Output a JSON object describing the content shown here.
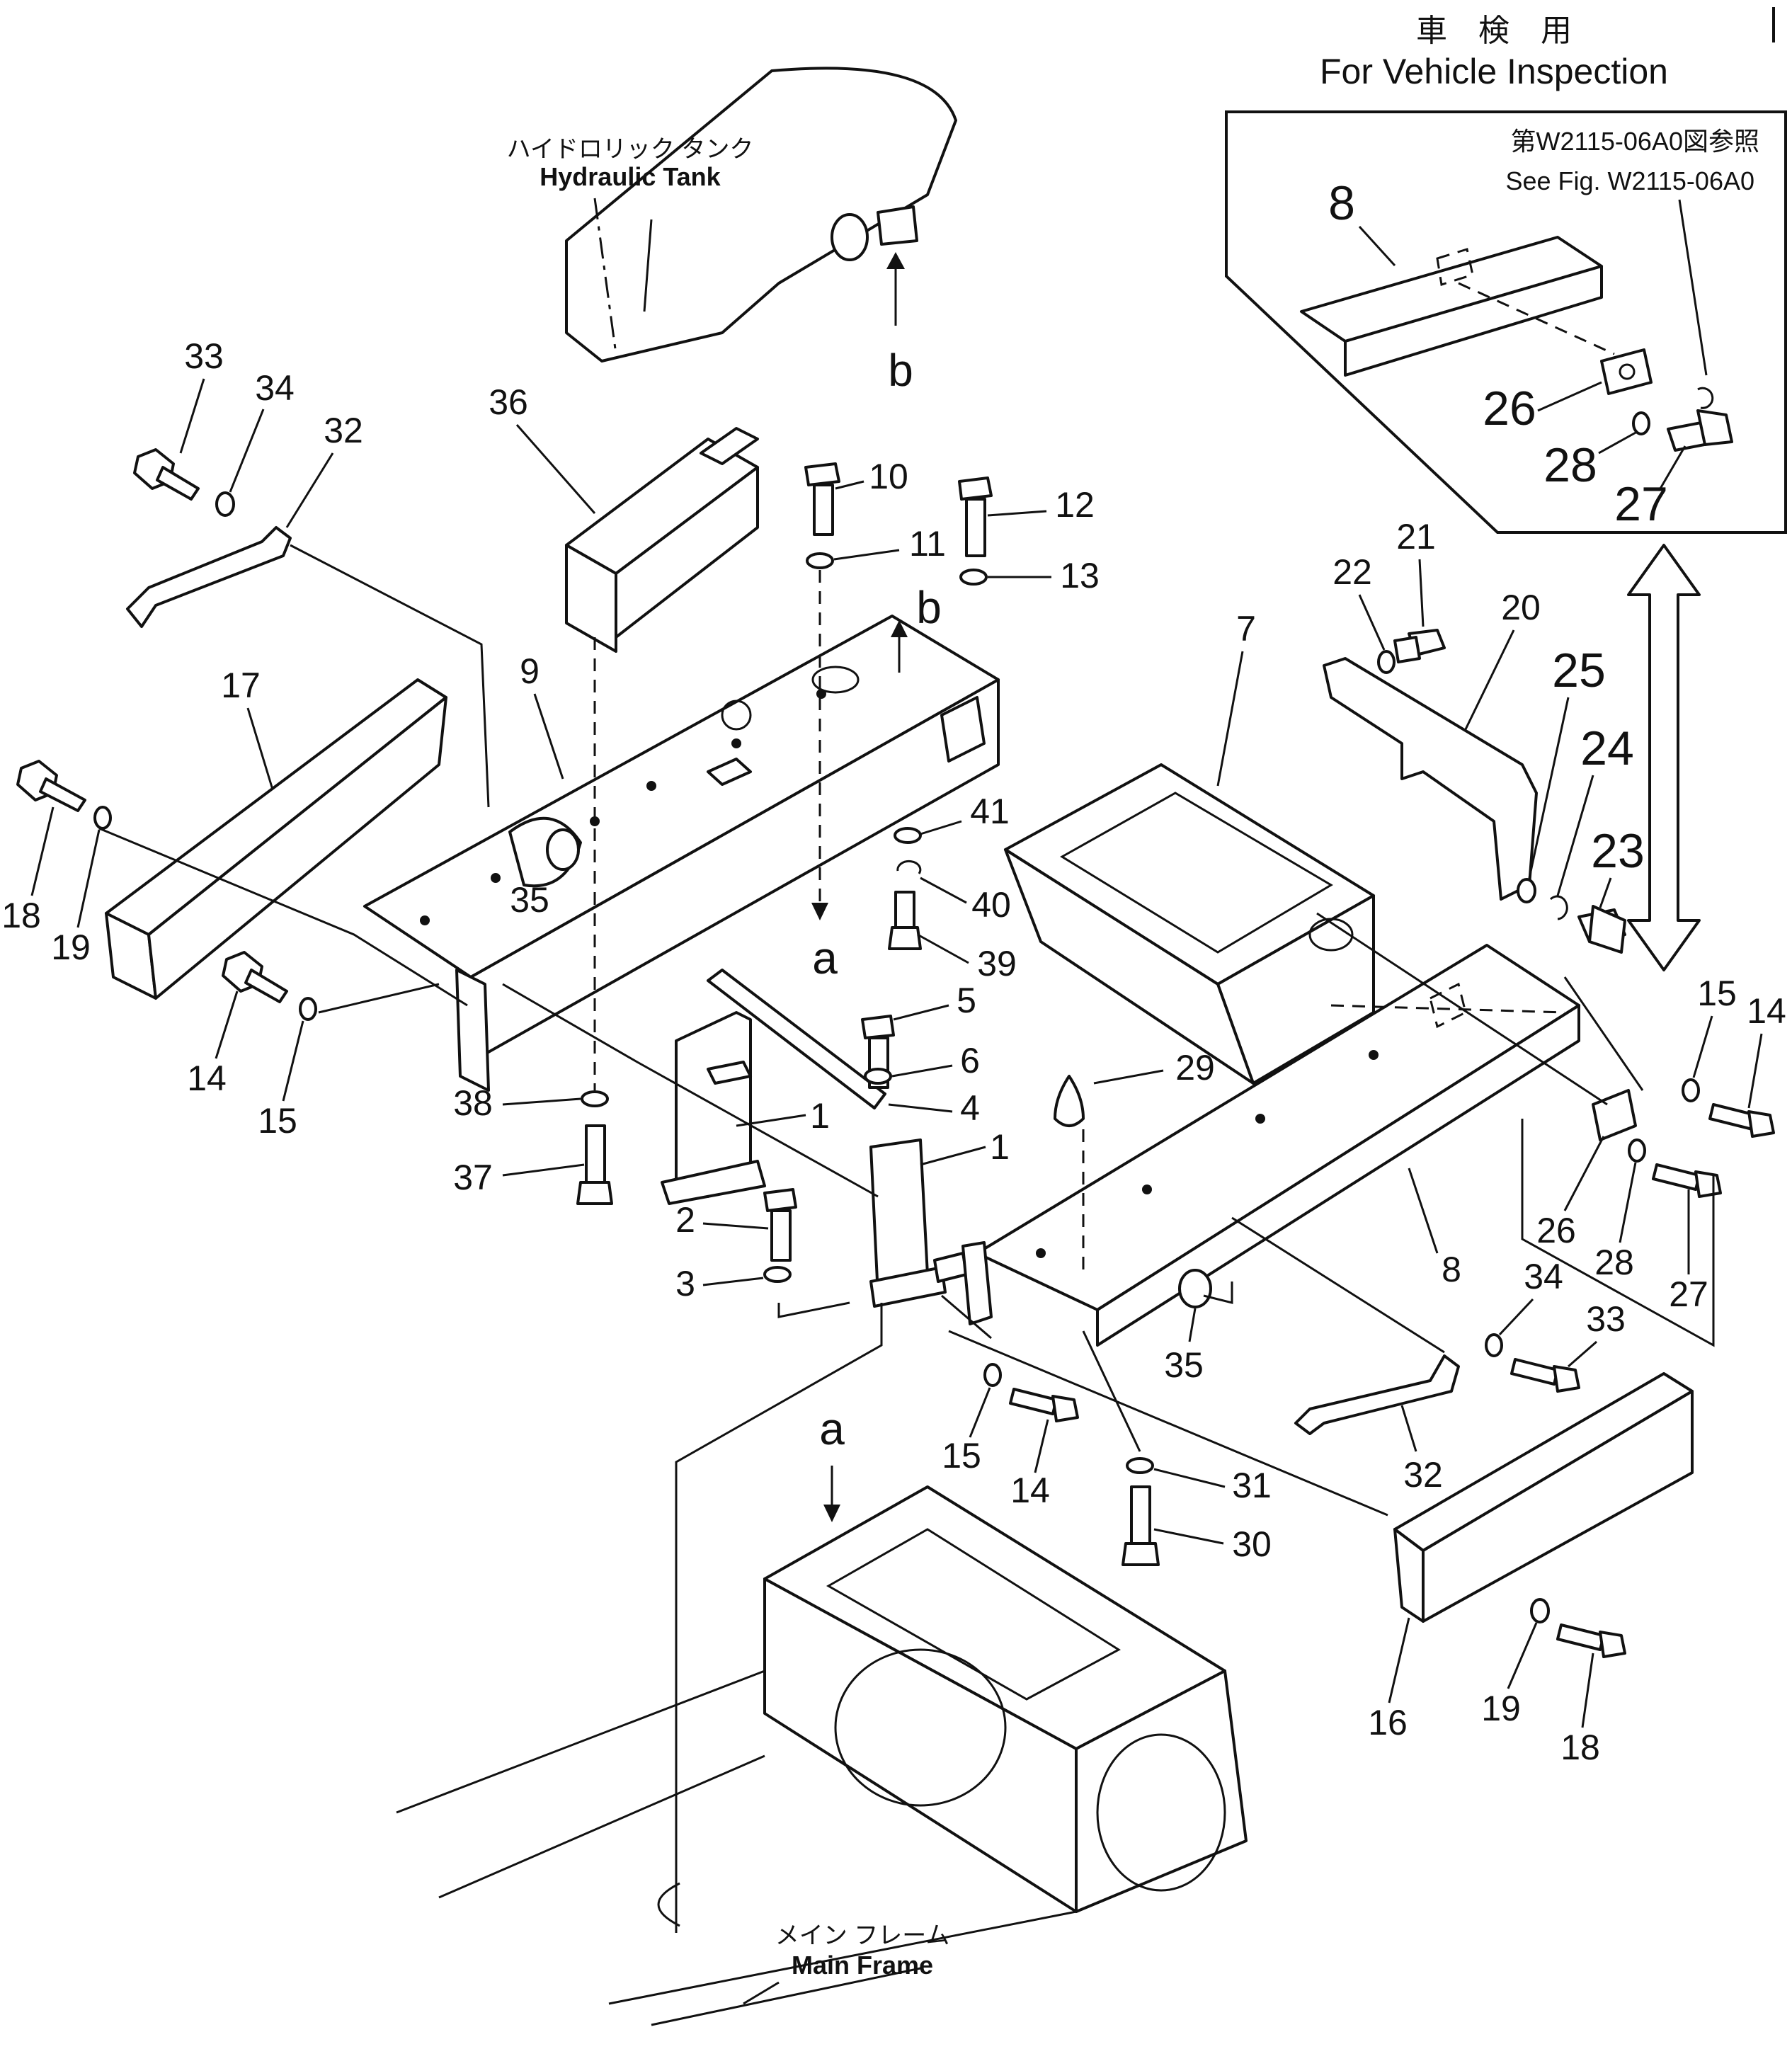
{
  "inspection": {
    "title_jp": "車　検　用",
    "title_en": "For Vehicle Inspection",
    "ref_jp": "第W2115-06A0図参照",
    "ref_en": "See Fig. W2115-06A0"
  },
  "captions": {
    "hydraulic_tank_jp": "ハイドロリック タンク",
    "hydraulic_tank_en": "Hydraulic Tank",
    "main_frame_jp": "メイン フレーム",
    "main_frame_en": "Main Frame"
  },
  "letters": {
    "a": "a",
    "b": "b"
  },
  "labels": {
    "p1": "1",
    "p2": "2",
    "p3": "3",
    "p4": "4",
    "p5": "5",
    "p6": "6",
    "p7": "7",
    "p8": "8",
    "p9": "9",
    "p10": "10",
    "p11": "11",
    "p12": "12",
    "p13": "13",
    "p14": "14",
    "p15": "15",
    "p16": "16",
    "p17": "17",
    "p18": "18",
    "p19": "19",
    "p20": "20",
    "p21": "21",
    "p22": "22",
    "p23": "23",
    "p24": "24",
    "p25": "25",
    "p26": "26",
    "p27": "27",
    "p28": "28",
    "p29": "29",
    "p30": "30",
    "p31": "31",
    "p32": "32",
    "p33": "33",
    "p34": "34",
    "p35": "35",
    "p36": "36",
    "p37": "37",
    "p38": "38",
    "p39": "39",
    "p40": "40",
    "p41": "41"
  }
}
